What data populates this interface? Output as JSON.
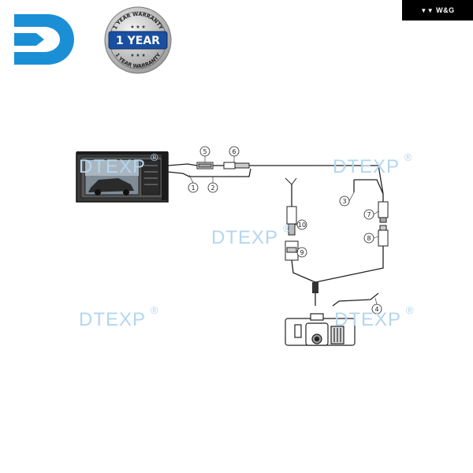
{
  "badge": {
    "text": "W&G",
    "icon": "bird-icon"
  },
  "logo": {
    "icon": "d-logo-icon",
    "color": "#1a8fd6"
  },
  "seal": {
    "top_text": "1 YEAR WARRANTY",
    "center_text": "1 YEAR",
    "bottom_text": "1 YEAR WARRANTY",
    "color": "#1a4fa0"
  },
  "watermarks": [
    "DTEXP",
    "DTEXP",
    "DTEXP",
    "DTEXP",
    "DTEXP"
  ],
  "watermark_symbol": "®",
  "callouts": [
    "1",
    "2",
    "3",
    "4",
    "5",
    "6",
    "7",
    "8",
    "9",
    "10"
  ]
}
